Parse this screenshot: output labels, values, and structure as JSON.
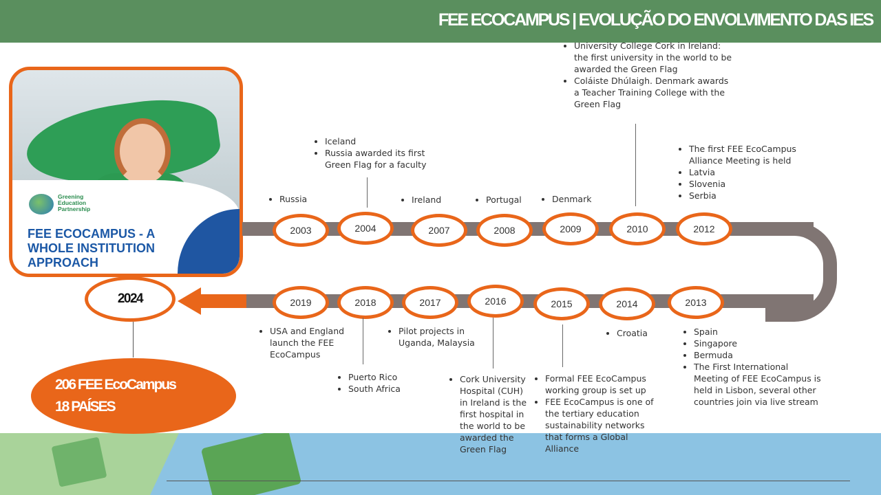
{
  "header": {
    "title": "FEE ECOCAMPUS | EVOLUÇÃO DO ENVOLVIMENTO DAS IES"
  },
  "card": {
    "logo_text": "Greening\nEducation\nPartnership",
    "title": "FEE ECOCAMPUS - A\nWHOLE INSTITUTION\nAPPROACH"
  },
  "current_year": "2024",
  "stats": {
    "line1": "206 FEE EcoCampus",
    "line2": "18 PAÍSES"
  },
  "timeline_top": [
    "2003",
    "2004",
    "2007",
    "2008",
    "2009",
    "2010",
    "2012"
  ],
  "timeline_bottom": [
    "2019",
    "2018",
    "2017",
    "2016",
    "2015",
    "2014",
    "2013"
  ],
  "notes": {
    "n2003": [
      "Russia"
    ],
    "n2004": [
      "Iceland",
      "Russia awarded its first Green Flag for a faculty"
    ],
    "n2007": [
      "Ireland"
    ],
    "n2008": [
      "Portugal"
    ],
    "n2009": [
      "Denmark"
    ],
    "n2010": [
      "University College Cork in Ireland: the first university in the world to be awarded the Green Flag",
      "Coláiste Dhúlaigh. Denmark awards a Teacher Training College with the Green Flag"
    ],
    "n2012": [
      "The first FEE EcoCampus Alliance Meeting is held",
      "Latvia",
      "Slovenia",
      "Serbia"
    ],
    "n2019": [
      "USA and England launch the FEE EcoCampus"
    ],
    "n2018": [
      "Puerto Rico",
      "South Africa"
    ],
    "n2017": [
      "Pilot projects in Uganda, Malaysia"
    ],
    "n2016": [
      "Cork University Hospital (CUH) in Ireland is the first hospital in the world to be awarded the Green Flag"
    ],
    "n2015": [
      "Formal FEE EcoCampus working group is set up",
      "FEE EcoCampus is one of the tertiary education sustainability networks that forms a Global Alliance"
    ],
    "n2014": [
      "Croatia"
    ],
    "n2013": [
      "Spain",
      "Singapore",
      "Bermuda",
      "The First International Meeting of FEE EcoCampus is held in Lisbon, several other countries join via live stream"
    ]
  }
}
